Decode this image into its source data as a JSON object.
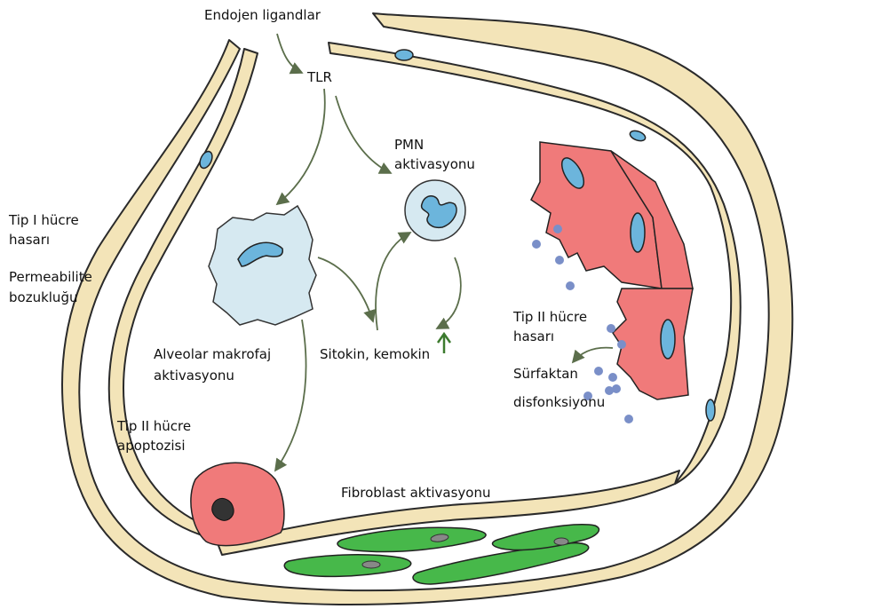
{
  "labels": {
    "endojen": "Endojen ligandlar",
    "tlr": "TLR",
    "pmn_1": "PMN",
    "pmn_2": "aktivasyonu",
    "tip1_1": "Tip I hücre",
    "tip1_2": "hasarı",
    "tip1_3": "Permeabilite",
    "tip1_4": "bozukluğu",
    "makrofaj_1": "Alveolar makrofaj",
    "makrofaj_2": "aktivasyonu",
    "sitokin": "Sitokin, kemokin",
    "tip2_hasar_1": "Tip II hücre",
    "tip2_hasar_2": "hasarı",
    "surfaktan_1": "Sürfaktan",
    "surfaktan_2": "disfonksiyonu",
    "apoptoz_1": "Tip II hücre",
    "apoptoz_2": "apoptozisi",
    "fibroblast": "Fibroblast aktivasyonu"
  },
  "colors": {
    "membrane": "#f3e4b8",
    "type2_cell": "#f07a7a",
    "macrophage": "#d6e9f1",
    "nucleus": "#6cb5dc",
    "fibroblast": "#47b84a",
    "arrow": "#5b6e4b",
    "surfactant": "#7a8fc8"
  }
}
